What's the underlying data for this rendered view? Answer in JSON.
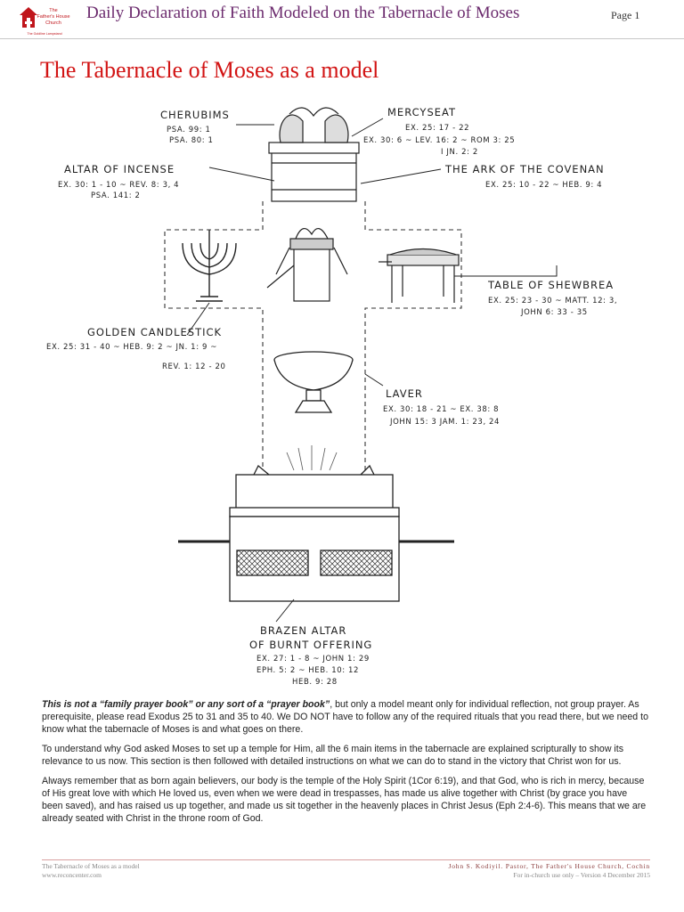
{
  "header": {
    "logo_text_1": "The",
    "logo_text_2": "Father's House",
    "logo_text_3": "Church",
    "logo_tagline": "The Goldline Lampstand",
    "title": "Daily Declaration of Faith Modeled on the Tabernacle of Moses",
    "page": "Page 1"
  },
  "document": {
    "title": "The Tabernacle of Moses as a model"
  },
  "diagram": {
    "cherubims": {
      "label": "CHERUBIMS",
      "refs": [
        "PSA. 99: 1",
        "PSA. 80: 1"
      ]
    },
    "mercyseat": {
      "label": "MERCYSEAT",
      "refs": [
        "EX. 25: 17 - 22",
        "EX. 30: 6 ~ LEV. 16: 2 ~ ROM 3: 25",
        "I JN. 2: 2"
      ]
    },
    "altar_of_incense": {
      "label": "ALTAR OF INCENSE",
      "refs": [
        "EX. 30: 1 - 10 ~ REV. 8: 3, 4",
        "PSA. 141: 2"
      ]
    },
    "ark": {
      "label": "THE ARK OF THE COVENAN",
      "refs": [
        "EX. 25: 10 - 22 ~ HEB. 9: 4"
      ]
    },
    "table": {
      "label": "TABLE OF SHEWBREA",
      "refs": [
        "EX. 25: 23 - 30 ~ MATT. 12: 3,",
        "JOHN 6: 33 - 35"
      ]
    },
    "candlestick": {
      "label": "GOLDEN CANDLESTICK",
      "refs": [
        "EX. 25: 31 - 40 ~ HEB. 9: 2 ~ JN. 1: 9 ~",
        "REV. 1: 12 - 20"
      ]
    },
    "laver": {
      "label": "LAVER",
      "refs": [
        "EX. 30: 18 - 21 ~ EX. 38: 8",
        "JOHN 15: 3   JAM. 1: 23, 24"
      ]
    },
    "brazen_altar": {
      "label_1": "BRAZEN ALTAR",
      "label_2": "OF BURNT OFFERING",
      "refs": [
        "EX. 27: 1 - 8 ~ JOHN 1: 29",
        "EPH. 5: 2 ~ HEB. 10: 12",
        "HEB. 9: 28"
      ]
    }
  },
  "body": {
    "p1_bold": "This is not a “family prayer book” or any sort of a “prayer book”",
    "p1_rest": ", but only a model meant only for individual reflection, not group prayer. As prerequisite, please read Exodus 25 to 31 and 35 to 40. We DO NOT have to follow any of the required rituals that you read there, but we need to know what the tabernacle of Moses is and what goes on there.",
    "p2": "To understand why God asked Moses to set up a temple for Him, all the 6 main items in the tabernacle are explained scripturally to show its relevance to us now. This section is then followed with detailed instructions on what we can do to stand in the victory that Christ won for us.",
    "p3_a": "Always remember that as born again believers, our body is the temple of the Holy Spirit (1Cor 6:19), and that God, who is rich in mercy, because of His great love with which He loved us, even when we were dead in trespasses, has made us alive together with Christ (by grace you have been saved), and has raised us up together, and made us sit together in the heavenly places in Christ Jesus (Eph 2:4-6). This means that we are already seated with Christ in the throne room of God."
  },
  "footer": {
    "left_1": "The Tabernacle of Moses as a model",
    "left_2": "www.reconcenter.com",
    "right_1": "John S. Kodiyil. Pastor, The Father's House Church, Cochin",
    "right_2": "For in-church use only – Version 4 December 2015"
  },
  "colors": {
    "header_title": "#6b2a6d",
    "doc_title": "#d21414",
    "logo_red": "#c0161c"
  }
}
